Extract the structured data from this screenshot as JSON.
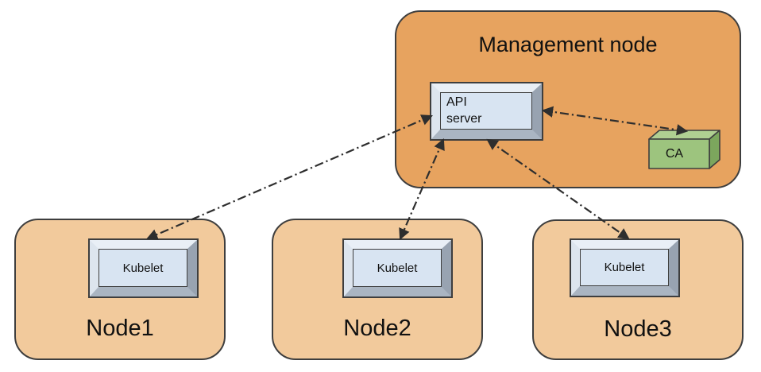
{
  "diagram": {
    "management_node": {
      "label": "Management node"
    },
    "api_server": {
      "label": "API server"
    },
    "ca": {
      "label": "CA"
    },
    "worker_nodes": [
      {
        "label": "Node1",
        "component_label": "Kubelet"
      },
      {
        "label": "Node2",
        "component_label": "Kubelet"
      },
      {
        "label": "Node3",
        "component_label": "Kubelet"
      }
    ],
    "edges": [
      {
        "from": "API server",
        "to": "Kubelet (Node1)",
        "line_style": "dash-dot",
        "arrows": "both"
      },
      {
        "from": "API server",
        "to": "Kubelet (Node2)",
        "line_style": "dash-dot",
        "arrows": "both"
      },
      {
        "from": "API server",
        "to": "Kubelet (Node3)",
        "line_style": "dash-dot",
        "arrows": "both"
      },
      {
        "from": "API server",
        "to": "CA",
        "line_style": "dash-dot",
        "arrows": "both"
      }
    ]
  },
  "colors": {
    "management-fill": "#E7A35F",
    "node-fill": "#F2CA9C",
    "box-border": "#3E3E3E",
    "bevel-light": "#E9EFF6",
    "bevel-left": "#DDE5EE",
    "bevel-bottom": "#AAB5C2",
    "bevel-right": "#98A3B1",
    "panel-fill": "#D8E4F2",
    "ca-front": "#9DC47E",
    "ca-top": "#B0CF92",
    "ca-side": "#7CA65D",
    "arrow": "#2E2E2E",
    "text": "#111111",
    "background": "#FFFFFF"
  }
}
